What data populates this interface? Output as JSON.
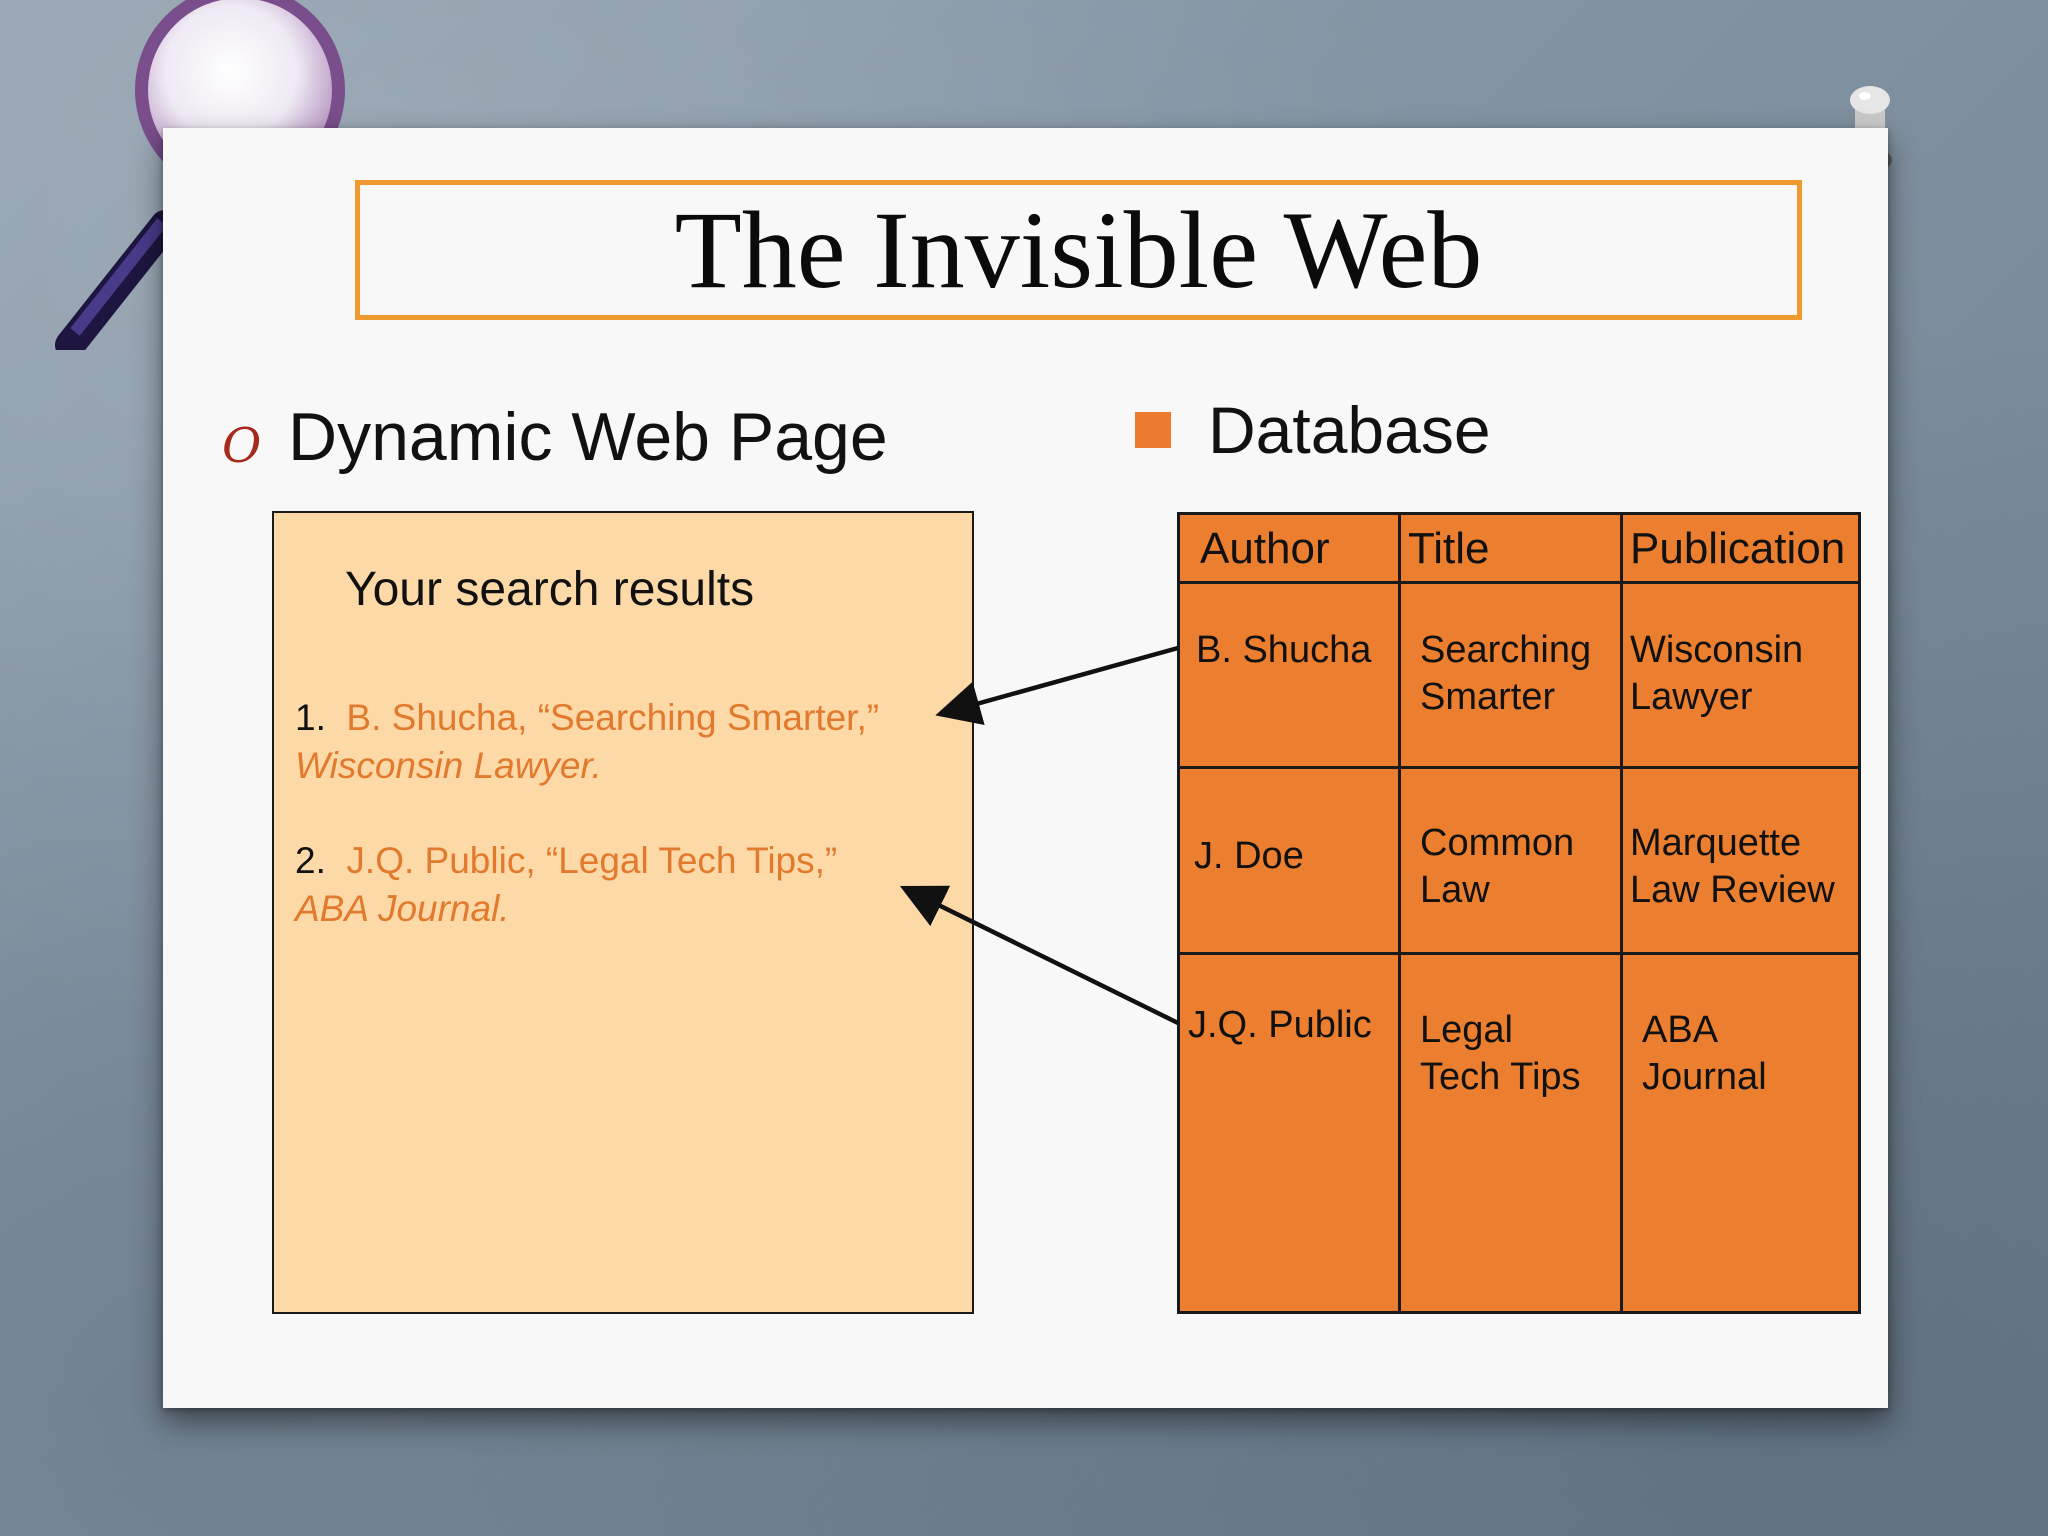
{
  "slide": {
    "title": "The Invisible Web",
    "left_heading": "Dynamic Web Page",
    "right_heading": "Database",
    "bullet_glyph": "O"
  },
  "search_results": {
    "title": "Your search results",
    "items": [
      {
        "number": "1.",
        "citation": "B. Shucha, “Searching Smarter,”",
        "publication": "Wisconsin Lawyer."
      },
      {
        "number": "2.",
        "citation": "J.Q. Public, “Legal Tech Tips,”",
        "publication": "ABA Journal."
      }
    ]
  },
  "database": {
    "headers": [
      "Author",
      "Title",
      "Publication"
    ],
    "rows": [
      {
        "author": "B. Shucha",
        "title": [
          "Searching",
          "Smarter"
        ],
        "publication": [
          "Wisconsin",
          "Lawyer"
        ]
      },
      {
        "author": "J. Doe",
        "title": [
          "Common",
          "Law"
        ],
        "publication": [
          "Marquette",
          "Law Review"
        ]
      },
      {
        "author": "J.Q. Public",
        "title": [
          "Legal",
          "Tech Tips"
        ],
        "publication": [
          "ABA",
          "Journal"
        ]
      }
    ]
  },
  "colors": {
    "title_border": "#ef9a2e",
    "results_bg": "#fed9a8",
    "result_text": "#e27a2e",
    "table_bg": "#ec7f2f",
    "bullet_red": "#a5291d"
  },
  "icons": {
    "decoration_top_left": "magnifying-glass-icon",
    "decoration_top_right": "push-pin-icon",
    "left_bullet": "circle-o-bullet-icon",
    "right_bullet": "square-bullet-icon"
  }
}
